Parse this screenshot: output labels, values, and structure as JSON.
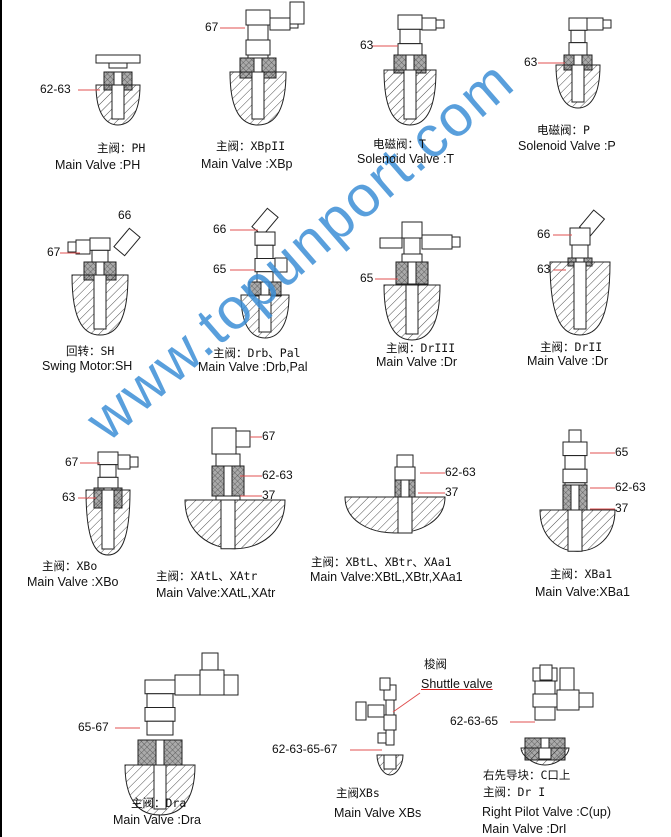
{
  "watermark": "www.topunport.com",
  "figures": [
    {
      "cn": "主阀：PH",
      "en": "Main Valve :PH",
      "callouts": [
        "62-63"
      ]
    },
    {
      "cn": "主阀：XBpII",
      "en": "Main Valve :XBp",
      "callouts": [
        "67"
      ]
    },
    {
      "cn": "电磁阀：T",
      "en": "Solenoid Valve :T",
      "callouts": [
        "63"
      ]
    },
    {
      "cn": "电磁阀：P",
      "en": "Solenoid Valve :P",
      "callouts": [
        "63"
      ]
    },
    {
      "cn": "回转：SH",
      "en": "Swing Motor:SH",
      "callouts": [
        "66",
        "67"
      ]
    },
    {
      "cn": "主阀：Drb、Pal",
      "en": "Main Valve :Drb,Pal",
      "callouts": [
        "66",
        "65"
      ]
    },
    {
      "cn": "主阀：DrIII",
      "en": "Main Valve :Dr",
      "callouts": [
        "65"
      ]
    },
    {
      "cn": "主阀：DrII",
      "en": "Main Valve :Dr",
      "callouts": [
        "66",
        "63"
      ]
    },
    {
      "cn": "主阀：XBo",
      "en": "Main Valve :XBo",
      "callouts": [
        "67",
        "63"
      ]
    },
    {
      "cn": "主阀：XAtL、XAtr",
      "en": "Main Valve:XAtL,XAtr",
      "callouts": [
        "67",
        "62-63",
        "37"
      ]
    },
    {
      "cn": "主阀：XBtL、XBtr、XAa1",
      "en": "Main Valve:XBtL,XBtr,XAa1",
      "callouts": [
        "62-63",
        "37"
      ]
    },
    {
      "cn": "主阀：XBa1",
      "en": "Main Valve:XBa1",
      "callouts": [
        "65",
        "62-63",
        "37"
      ]
    },
    {
      "cn": "主阀：Dra",
      "en": "Main Valve :Dra",
      "callouts": [
        "65-67"
      ]
    },
    {
      "cn": "主阀XBs",
      "en": "Main Valve  XBs",
      "callouts": [
        "62-63-65-67"
      ],
      "extra_cn": "梭阀",
      "extra_en": "Shuttle valve"
    },
    {
      "cn": "主阀：Dr I",
      "en": "Main Valve :DrI",
      "callouts": [
        "62-63-65"
      ],
      "extra_cn": "右先导块：C口上",
      "extra_en": "Right Pilot Valve :C(up)"
    }
  ],
  "colors": {
    "leader": "#e05050",
    "watermark": "#3d8fd6"
  }
}
